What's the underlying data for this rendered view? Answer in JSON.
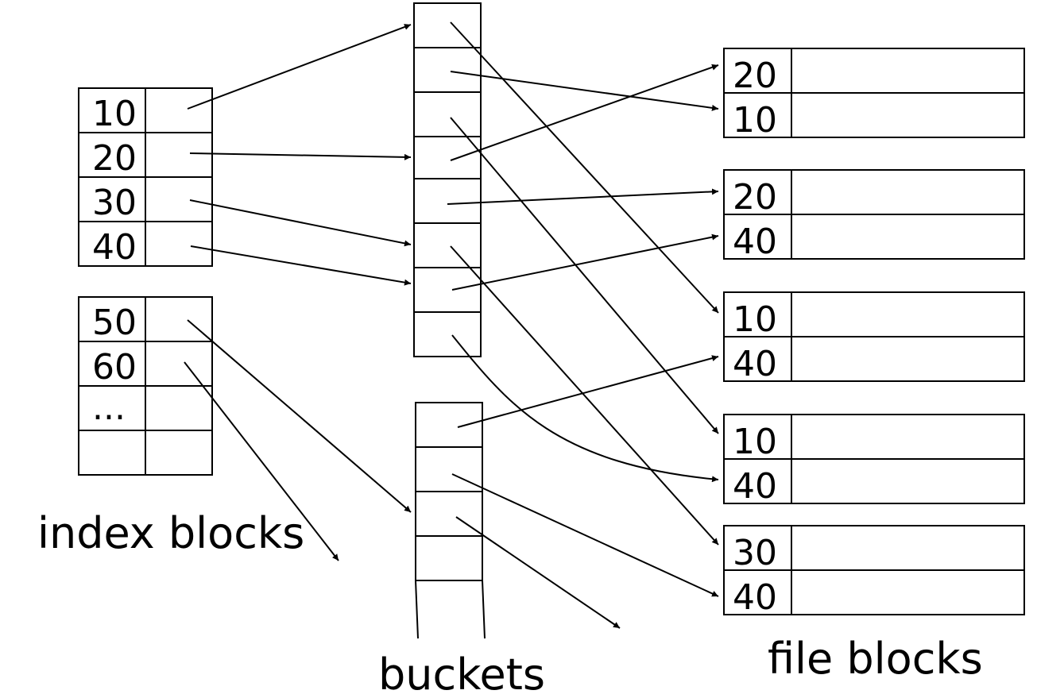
{
  "labels": {
    "index_blocks": "index blocks",
    "buckets": "buckets",
    "file_blocks": "file blocks"
  },
  "index_block_1": [
    "10",
    "20",
    "30",
    "40"
  ],
  "index_block_2": [
    "50",
    "60",
    "...",
    ""
  ],
  "file_blocks": [
    [
      "20",
      "10"
    ],
    [
      "20",
      "40"
    ],
    [
      "10",
      "40"
    ],
    [
      "10",
      "40"
    ],
    [
      "30",
      "40"
    ]
  ]
}
